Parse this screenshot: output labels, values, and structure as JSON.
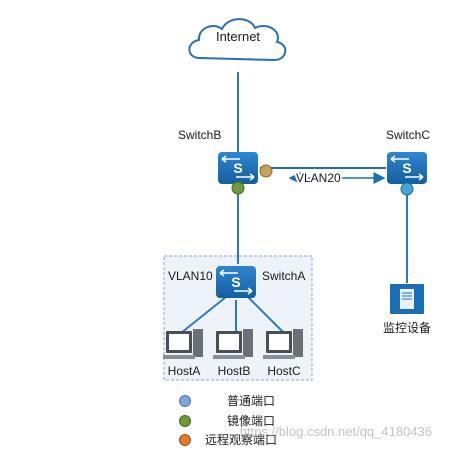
{
  "diagram": {
    "internet_label": "Internet",
    "switch_b_label": "SwitchB",
    "switch_c_label": "SwitchC",
    "switch_a_label": "SwitchA",
    "vlan20_label": "VLAN20",
    "vlan10_label": "VLAN10",
    "switch_icon_text": "S",
    "host_a_label": "HostA",
    "host_b_label": "HostB",
    "host_c_label": "HostC",
    "monitor_device_label": "监控设备"
  },
  "legend": {
    "items": [
      {
        "label": "普通端口",
        "color": "#7fa7d9"
      },
      {
        "label": "镜像端口",
        "color": "#6f9a3c"
      },
      {
        "label": "远程观察端口",
        "color": "#e07b2a"
      }
    ]
  },
  "watermark": {
    "text": "https://blog.csdn.net/qq_4180436"
  },
  "colors": {
    "switch_blue": "#1a6fb7",
    "line_blue": "#2a7ac2",
    "cloud_stroke": "#2a6fb5",
    "vlan_box_fill": "#eef3fa",
    "vlan_box_stroke": "#7fa6d4"
  }
}
